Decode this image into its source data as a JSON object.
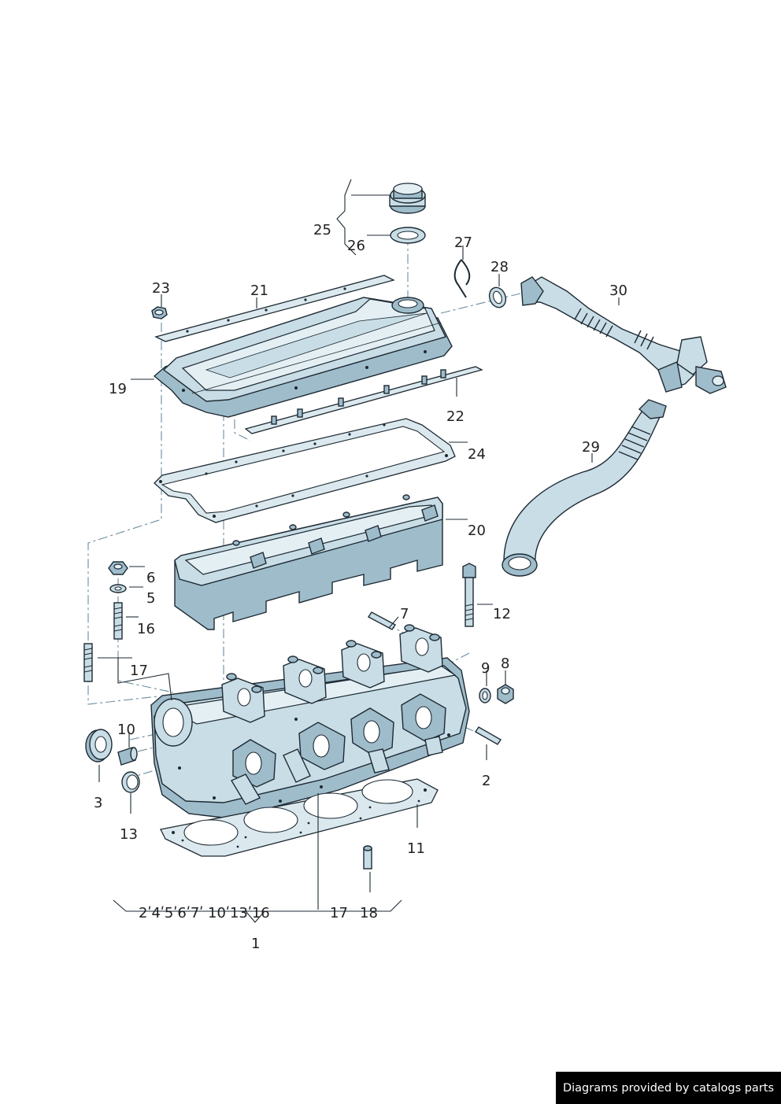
{
  "labels": {
    "l1": "1",
    "l2": "2",
    "l3": "3",
    "l5": "5",
    "l6": "6",
    "l7": "7",
    "l8": "8",
    "l9": "9",
    "l10": "10",
    "l11": "11",
    "l12": "12",
    "l13": "13",
    "l16": "16",
    "l17a": "17",
    "l17b": "17",
    "l18": "18",
    "l19": "19",
    "l20": "20",
    "l21": "21",
    "l22": "22",
    "l23": "23",
    "l24": "24",
    "l25": "25",
    "l26": "26",
    "l27": "27",
    "l28": "28",
    "l29": "29",
    "l30": "30",
    "group1": "2ʹ4ʹ5ʹ6ʹ7ʹ 10ʹ13ʹ16"
  },
  "footer": {
    "text": "Diagrams provided by catalogs parts"
  }
}
